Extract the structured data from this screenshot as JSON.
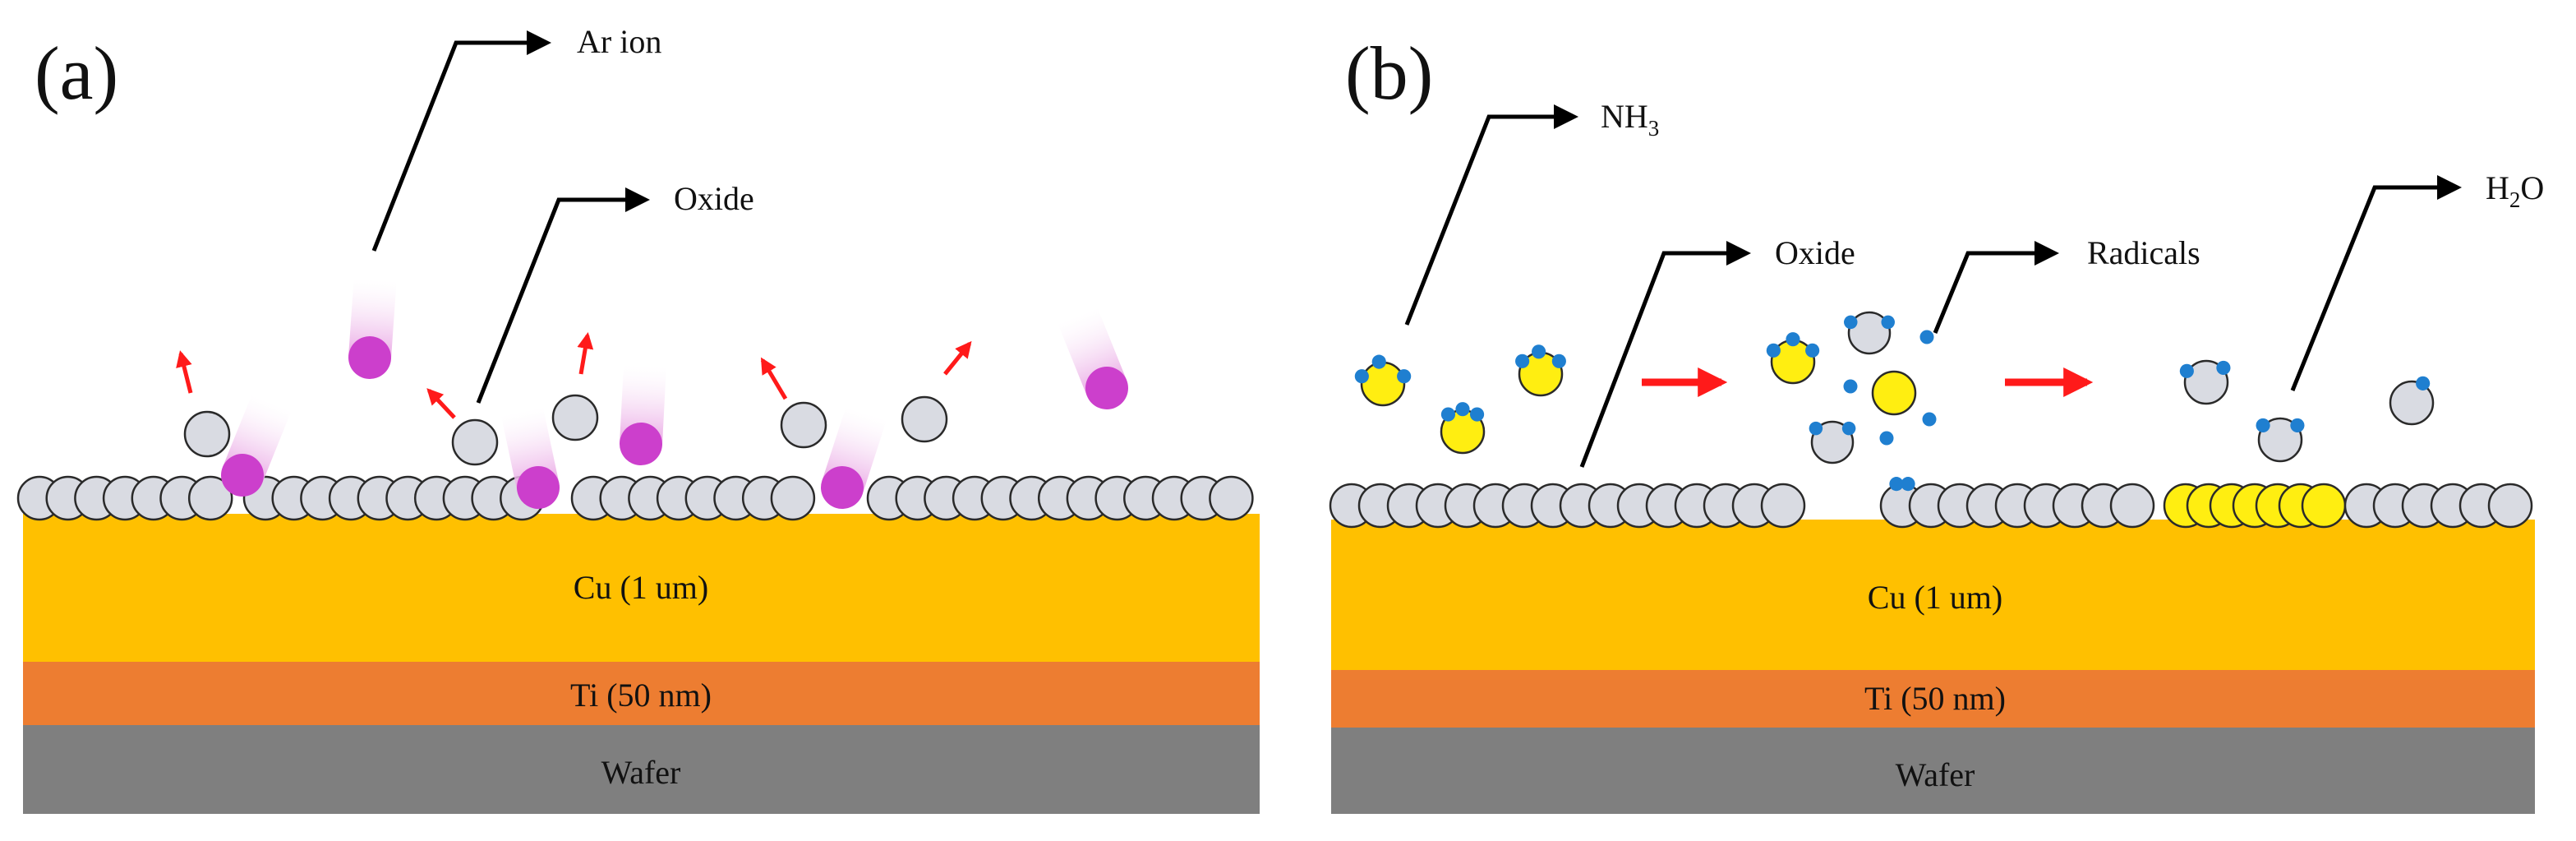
{
  "colors": {
    "copper": "#ffc000",
    "titanium": "#ed7d31",
    "wafer": "#7f7f7f",
    "oxide": "#d9dbe2",
    "oxide_stroke": "#2a2a2a",
    "ar_ion": "#cc3fcc",
    "ar_trail": "#f3c9ef",
    "nh3_core": "#ffee11",
    "hydrogen": "#1f7fd0",
    "arrow_red": "#ff1a1a",
    "callout_line": "#000000"
  },
  "icons": {
    "oxide": "grey-sphere",
    "ar_ion": "magenta-sphere-with-trail",
    "nh3": "yellow-sphere-with-blue-h-atoms",
    "h2o": "grey-sphere-with-blue-h-atoms",
    "arrow": "red-arrow"
  },
  "panel_a": {
    "label": "(a)",
    "callouts": {
      "ar_ion": "Ar ion",
      "oxide": "Oxide"
    },
    "layers": {
      "cu": "Cu (1 um)",
      "ti": "Ti (50 nm)",
      "wafer": "Wafer"
    }
  },
  "panel_b": {
    "label": "(b)",
    "callouts": {
      "nh3_main": "NH",
      "nh3_sub": "3",
      "oxide": "Oxide",
      "radicals": "Radicals",
      "h2o_main": "H",
      "h2o_sub": "2",
      "h2o_end": "O"
    },
    "layers": {
      "cu": "Cu (1 um)",
      "ti": "Ti (50 nm)",
      "wafer": "Wafer"
    }
  }
}
